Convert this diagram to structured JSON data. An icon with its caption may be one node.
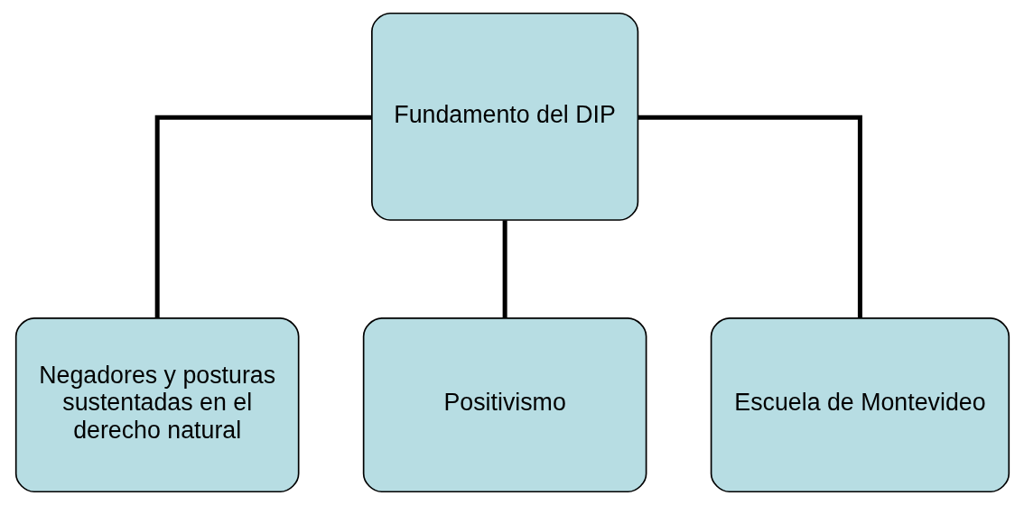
{
  "diagram": {
    "nodes": [
      {
        "text": [
          "Fundamento del DIP"
        ]
      },
      {
        "text": [
          "Negadores y posturas sustentadas en el derecho natural"
        ]
      },
      {
        "text": [
          "Positivismo"
        ]
      },
      {
        "text": [
          "Escuela de Montevideo"
        ]
      }
    ],
    "edges": [
      {
        "from": 0,
        "to": 1,
        "arrow": "none"
      },
      {
        "from": 0,
        "to": 2,
        "arrow": "none"
      },
      {
        "from": 0,
        "to": 3,
        "arrow": "none"
      }
    ]
  }
}
